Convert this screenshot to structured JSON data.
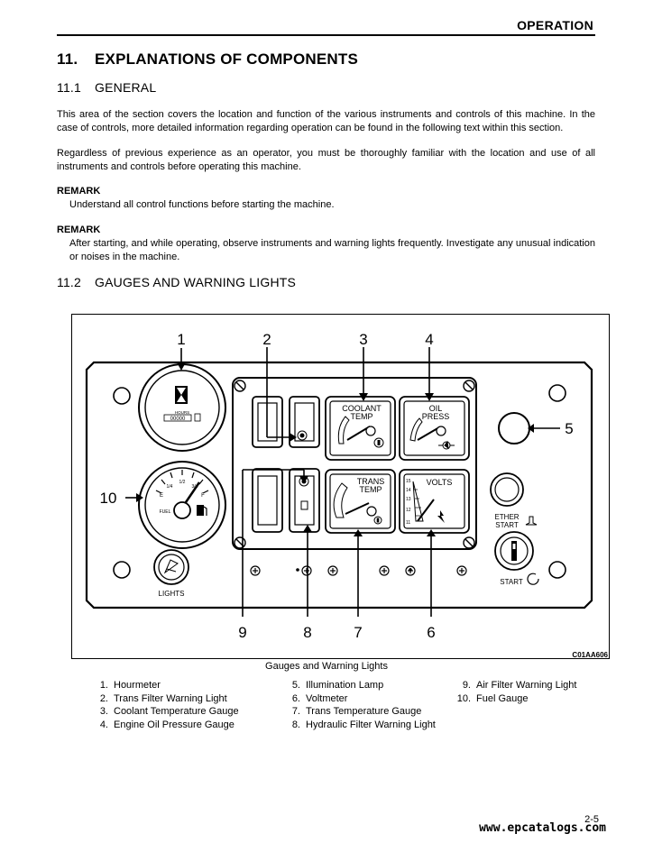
{
  "header": {
    "section": "OPERATION"
  },
  "chapter": {
    "number": "11.",
    "title": "EXPLANATIONS OF COMPONENTS"
  },
  "s1": {
    "number": "11.1",
    "title": "GENERAL",
    "para1": "This area of the section covers the location and function of the various instruments and controls of this machine. In the case of controls, more detailed information regarding operation can be found in the following text within this section.",
    "para2": "Regardless of previous experience as an operator, you must be thoroughly familiar with the location and use of all instruments and controls before operating this machine.",
    "remark1_label": "REMARK",
    "remark1_text": "Understand all control functions before starting the machine.",
    "remark2_label": "REMARK",
    "remark2_text": "After starting, and while operating, observe instruments and warning lights frequently. Investigate any unusual indication or noises in the machine."
  },
  "s2": {
    "number": "11.2",
    "title": "GAUGES AND WARNING LIGHTS"
  },
  "figure": {
    "callouts": [
      "1",
      "2",
      "3",
      "4",
      "5",
      "6",
      "7",
      "8",
      "9",
      "10"
    ],
    "gauge_labels": {
      "hours": "HOURS",
      "hour_digits": "00000",
      "fuel": "FUEL",
      "fuel_e": "E",
      "fuel_f": "F",
      "fuel_q1": "1/4",
      "fuel_q2": "1/2",
      "fuel_q3": "3/4",
      "coolant_1": "COOLANT",
      "coolant_2": "TEMP",
      "oil_1": "OIL",
      "oil_2": "PRESS",
      "trans_1": "TRANS",
      "trans_2": "TEMP",
      "volts": "VOLTS",
      "volt_ticks": [
        "15",
        "14",
        "13",
        "12",
        "11"
      ],
      "ether_1": "ETHER",
      "ether_2": "START",
      "start": "START",
      "lights": "LIGHTS"
    },
    "code": "C01AA606",
    "caption": "Gauges and Warning Lights"
  },
  "legend": {
    "col1": [
      {
        "n": "1.",
        "t": "Hourmeter"
      },
      {
        "n": "2.",
        "t": "Trans Filter Warning Light"
      },
      {
        "n": "3.",
        "t": "Coolant Temperature Gauge"
      },
      {
        "n": "4.",
        "t": "Engine Oil Pressure Gauge"
      }
    ],
    "col2": [
      {
        "n": "5.",
        "t": "Illumination Lamp"
      },
      {
        "n": "6.",
        "t": "Voltmeter"
      },
      {
        "n": "7.",
        "t": "Trans Temperature Gauge"
      },
      {
        "n": "8.",
        "t": "Hydraulic Filter Warning Light"
      }
    ],
    "col3": [
      {
        "n": "9.",
        "t": "Air Filter Warning Light"
      },
      {
        "n": "10.",
        "t": "Fuel Gauge"
      }
    ]
  },
  "footer": {
    "page": "2-5",
    "watermark": "www.epcatalogs.com"
  }
}
